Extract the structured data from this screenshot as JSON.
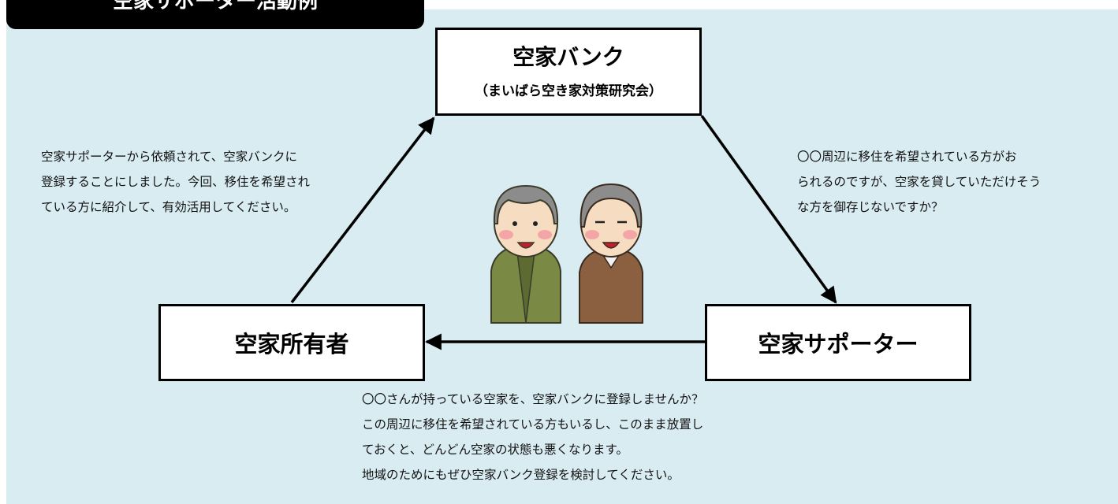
{
  "header": {
    "title": "空家サポーター活動例"
  },
  "nodes": {
    "bank": {
      "title": "空家バンク",
      "subtitle": "（まいばら空き家対策研究会）"
    },
    "owner": {
      "title": "空家所有者"
    },
    "supporter": {
      "title": "空家サポーター"
    }
  },
  "messages": {
    "owner_to_bank": [
      "空家サポーターから依頼されて、空家バンクに",
      "登録することにしました。今回、移住を希望され",
      "ている方に紹介して、有効活用してください。"
    ],
    "bank_to_supporter": [
      "〇〇周辺に移住を希望されている方がお",
      "られるのですが、空家を貸していただけそう",
      "な方を御存じないですか？"
    ],
    "supporter_to_owner": [
      "〇〇さんが持っている空家を、空家バンクに登録しませんか？",
      "この周辺に移住を希望されている方もいるし、このまま放置し",
      "ておくと、どんどん空家の状態も悪くなります。",
      "地域のためにもぜひ空家バンク登録を検討してください。"
    ]
  },
  "colors": {
    "background": "#d9ecf2",
    "header_bg": "#000000",
    "box_bg": "#ffffff",
    "arrow": "#000000",
    "jacket_green": "#7a8a45",
    "jacket_brown": "#8a6040",
    "hair": "#8c8c8c",
    "skin": "#f6dcc0",
    "cheek": "#f4a6a6"
  },
  "illustration": {
    "name": "two-elderly-men-illustration"
  }
}
